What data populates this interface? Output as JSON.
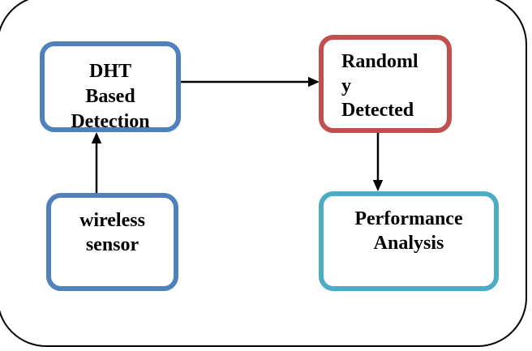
{
  "diagram": {
    "title": "DHT based detection flow diagram",
    "background_color": "#ffffff",
    "outer_border_color": "#000000",
    "arrow_color": "#000000",
    "text_color": "#000000",
    "nodes": [
      {
        "id": "dht-based-detection",
        "lines": [
          "DHT",
          "Based",
          "Detection"
        ],
        "border_color": "#4f81bd"
      },
      {
        "id": "randomly-detected",
        "lines": [
          "Randoml",
          "y",
          "Detected"
        ],
        "border_color": "#c0504d"
      },
      {
        "id": "wireless-sensor",
        "lines": [
          "wireless",
          "sensor"
        ],
        "border_color": "#4f81bd"
      },
      {
        "id": "performance-analysis",
        "lines": [
          "Performance",
          "Analysis"
        ],
        "border_color": "#4bacc6"
      }
    ],
    "edges": [
      {
        "from": "dht-based-detection",
        "to": "randomly-detected",
        "direction": "right"
      },
      {
        "from": "wireless-sensor",
        "to": "dht-based-detection",
        "direction": "up"
      },
      {
        "from": "randomly-detected",
        "to": "performance-analysis",
        "direction": "down"
      }
    ]
  }
}
